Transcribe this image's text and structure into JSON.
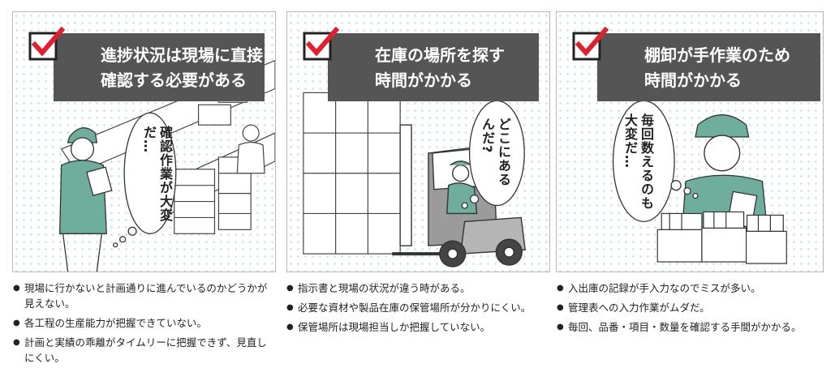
{
  "panels": [
    {
      "title_line1": "進捗状況は現場に直接",
      "title_line2": "確認する必要がある",
      "bubble_text": "確認作業が大変だ…",
      "bullets": [
        "現場に行かないと計画通りに進んでいるのかどうかが見えない。",
        "各工程の生産能力が把握できていない。",
        "計画と実績の乖離がタイムリーに把握できず、見直しにくい。"
      ]
    },
    {
      "title_line1": "在庫の場所を探す",
      "title_line2": "時間がかかる",
      "bubble_text": "どこにあるんだ?",
      "bullets": [
        "指示書と現場の状況が違う時がある。",
        "必要な資材や製品在庫の保管場所が分かりにくい。",
        "保管場所は現場担当しか把握していない。"
      ]
    },
    {
      "title_line1": "棚卸が手作業のため",
      "title_line2": "時間がかかる",
      "bubble_text": "毎回数えるのも大変だ…",
      "bullets": [
        "入出庫の記録が手入力なのでミスが多い。",
        "管理表への入力作業がムダだ。",
        "毎回、品番・項目・数量を確認する手間がかかる。"
      ]
    }
  ],
  "colors": {
    "banner": "#555555",
    "check_red": "#e0202e",
    "dots": "#cfe9e2",
    "worker": "#6fae9c"
  },
  "icons": [
    "checkbox-icon",
    "worker-illustration",
    "forklift-illustration",
    "boxes-illustration"
  ]
}
